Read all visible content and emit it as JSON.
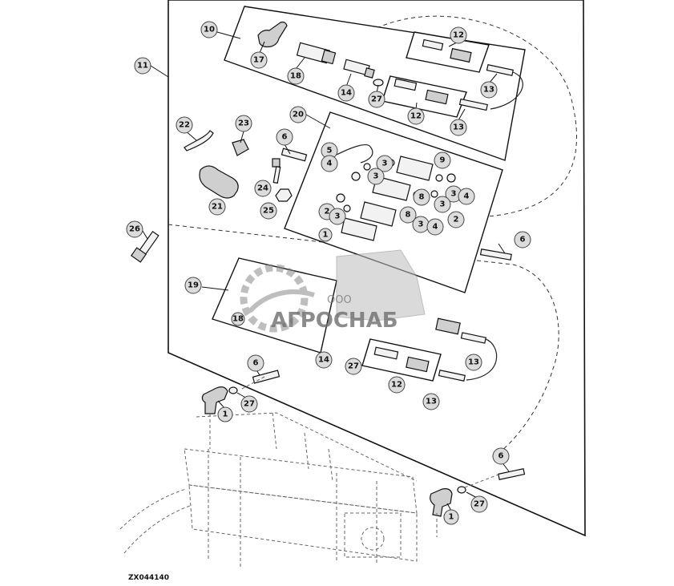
{
  "diagram": {
    "reference_id": "ZX044140",
    "watermark": {
      "prefix": "ООО",
      "brand": "АГРОСНАБ"
    },
    "callouts": [
      {
        "id": "c10",
        "label": "10"
      },
      {
        "id": "c11",
        "label": "11"
      },
      {
        "id": "c12a",
        "label": "12"
      },
      {
        "id": "c17",
        "label": "17"
      },
      {
        "id": "c18",
        "label": "18"
      },
      {
        "id": "c14a",
        "label": "14"
      },
      {
        "id": "c27a",
        "label": "27"
      },
      {
        "id": "c12b",
        "label": "12"
      },
      {
        "id": "c13a",
        "label": "13"
      },
      {
        "id": "c13b",
        "label": "13"
      },
      {
        "id": "c20",
        "label": "20"
      },
      {
        "id": "c22",
        "label": "22"
      },
      {
        "id": "c23",
        "label": "23"
      },
      {
        "id": "c6a",
        "label": "6"
      },
      {
        "id": "c5",
        "label": "5"
      },
      {
        "id": "c4a",
        "label": "4"
      },
      {
        "id": "c3a",
        "label": "3"
      },
      {
        "id": "c9",
        "label": "9"
      },
      {
        "id": "c3b",
        "label": "3"
      },
      {
        "id": "c3c",
        "label": "3"
      },
      {
        "id": "c4b",
        "label": "4"
      },
      {
        "id": "c24",
        "label": "24"
      },
      {
        "id": "c21",
        "label": "21"
      },
      {
        "id": "c25",
        "label": "25"
      },
      {
        "id": "c8a",
        "label": "8"
      },
      {
        "id": "c3d",
        "label": "3"
      },
      {
        "id": "c2a",
        "label": "2"
      },
      {
        "id": "c2b",
        "label": "2"
      },
      {
        "id": "c3e",
        "label": "3"
      },
      {
        "id": "c8b",
        "label": "8"
      },
      {
        "id": "c3f",
        "label": "3"
      },
      {
        "id": "c4c",
        "label": "4"
      },
      {
        "id": "c26",
        "label": "26"
      },
      {
        "id": "c1a",
        "label": "1"
      },
      {
        "id": "c6b",
        "label": "6"
      },
      {
        "id": "c19",
        "label": "19"
      },
      {
        "id": "c18b",
        "label": "18"
      },
      {
        "id": "c14b",
        "label": "14"
      },
      {
        "id": "c27b",
        "label": "27"
      },
      {
        "id": "c13c",
        "label": "13"
      },
      {
        "id": "c12c",
        "label": "12"
      },
      {
        "id": "c13d",
        "label": "13"
      },
      {
        "id": "c6c",
        "label": "6"
      },
      {
        "id": "c1b",
        "label": "1"
      },
      {
        "id": "c27c",
        "label": "27"
      },
      {
        "id": "c6d",
        "label": "6"
      },
      {
        "id": "c1c",
        "label": "1"
      },
      {
        "id": "c27d",
        "label": "27"
      }
    ]
  }
}
